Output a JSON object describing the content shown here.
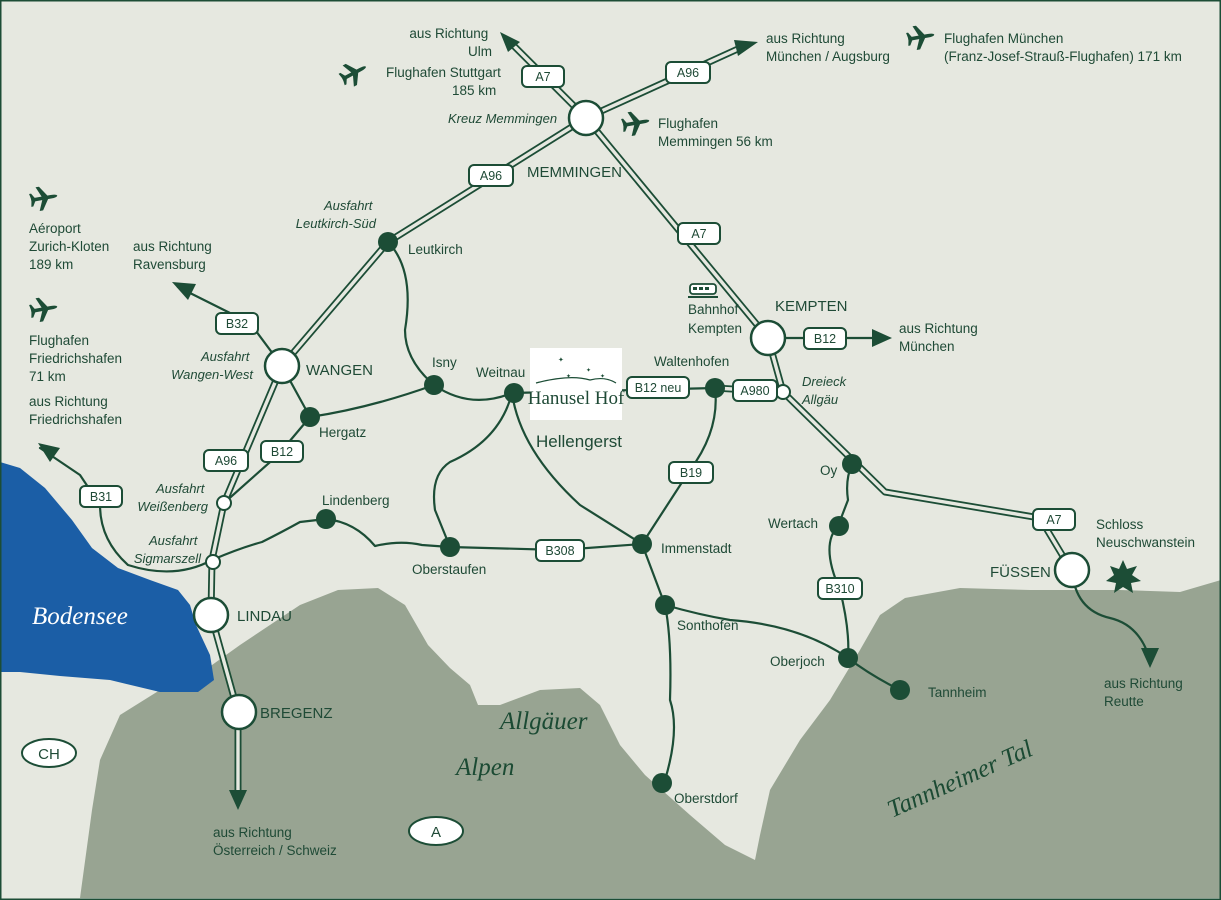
{
  "motorways": {
    "a7": "A7",
    "a96": "A96",
    "a980": "A980"
  },
  "roads": {
    "b12": "B12",
    "b12neu": "B12 neu",
    "b19": "B19",
    "b31": "B31",
    "b32": "B32",
    "b308": "B308",
    "b310": "B310"
  },
  "cities": {
    "memmingen": "MEMMINGEN",
    "kempten": "KEMPTEN",
    "wangen": "WANGEN",
    "lindau": "LINDAU",
    "bregenz": "BREGENZ",
    "fuessen": "FÜSSEN"
  },
  "towns": {
    "leutkirch": "Leutkirch",
    "isny": "Isny",
    "weitnau": "Weitnau",
    "waltenhofen": "Waltenhofen",
    "hergatz": "Hergatz",
    "lindenberg": "Lindenberg",
    "oberstaufen": "Oberstaufen",
    "immenstadt": "Immenstadt",
    "sonthofen": "Sonthofen",
    "oberstdorf": "Oberstdorf",
    "oy": "Oy",
    "wertach": "Wertach",
    "oberjoch": "Oberjoch",
    "tannheim": "Tannheim",
    "hellengerst": "Hellengerst"
  },
  "junctions": {
    "kreuz_memmingen": "Kreuz Memmingen",
    "leutkirch_sued": [
      "Ausfahrt",
      "Leutkirch-Süd"
    ],
    "wangen_west": [
      "Ausfahrt",
      "Wangen-West"
    ],
    "weissenberg": [
      "Ausfahrt",
      "Weißenberg"
    ],
    "sigmarszell": [
      "Ausfahrt",
      "Sigmarszell"
    ],
    "dreieck_allgaeu": [
      "Dreieck",
      "Allgäu"
    ]
  },
  "directions": {
    "ulm": [
      "aus Richtung",
      "Ulm"
    ],
    "muenchen_augsburg": [
      "aus Richtung",
      "München / Augsburg"
    ],
    "ravensburg": [
      "aus Richtung",
      "Ravensburg"
    ],
    "friedrichshafen": [
      "aus Richtung",
      "Friedrichshafen"
    ],
    "muenchen": [
      "aus Richtung",
      "München"
    ],
    "reutte": [
      "aus Richtung",
      "Reutte"
    ],
    "oesterreich": [
      "aus Richtung",
      "Österreich / Schweiz"
    ]
  },
  "airports": {
    "stuttgart": [
      "Flughafen Stuttgart",
      "185 km"
    ],
    "muenchen": [
      "Flughafen München",
      "(Franz-Josef-Strauß-Flughafen) 171 km"
    ],
    "memmingen": [
      "Flughafen",
      "Memmingen 56 km"
    ],
    "zurich": [
      "Aéroport",
      "Zurich-Kloten",
      "189 km"
    ],
    "friedrichshafen": [
      "Flughafen",
      "Friedrichshafen",
      "71 km"
    ]
  },
  "train_station": [
    "Bahnhof",
    "Kempten"
  ],
  "sight": [
    "Schloss",
    "Neuschwanstein"
  ],
  "hotel": {
    "name": "Hanusel Hof"
  },
  "regions": {
    "bodensee": "Bodensee",
    "allgaeuer": "Allgäuer",
    "alpen": "Alpen",
    "tannheimer_tal": "Tannheimer Tal"
  },
  "countries": {
    "ch": "CH",
    "a": "A"
  },
  "colors": {
    "land": "#e6e8e0",
    "mountains": "#98a492",
    "lake": "#1b5ea6",
    "roads": "#1c4d36",
    "text": "#1f4a36"
  },
  "icons": {
    "airport": "airplane-icon",
    "train": "train-icon",
    "sight": "star-icon",
    "direction": "arrow-icon"
  }
}
